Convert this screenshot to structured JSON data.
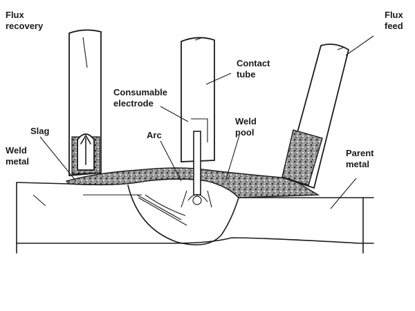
{
  "labels": {
    "flux_recovery": [
      "Flux",
      "recovery"
    ],
    "flux_feed": [
      "Flux",
      "feed"
    ],
    "contact_tube": [
      "Contact",
      "tube"
    ],
    "consumable_electrode": [
      "Consumable",
      "electrode"
    ],
    "slag": "Slag",
    "weld_metal": [
      "Weld",
      "metal"
    ],
    "arc": "Arc",
    "weld_pool": [
      "Weld",
      "pool"
    ],
    "parent_metal": [
      "Parent",
      "metal"
    ]
  }
}
